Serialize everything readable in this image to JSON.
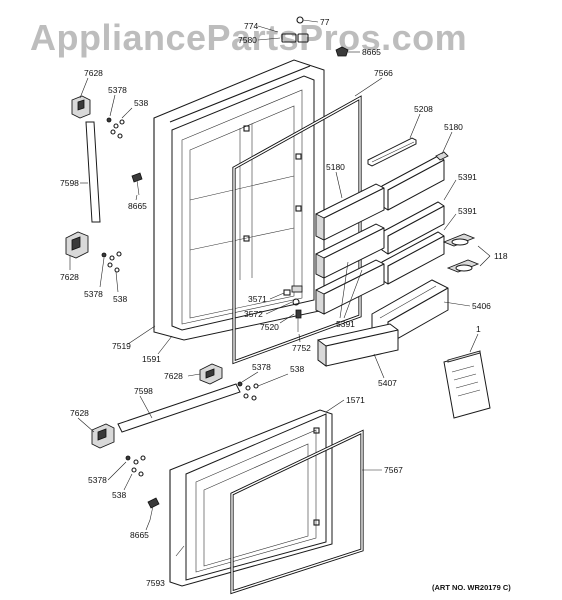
{
  "watermark": "AppliancePartsPros.com",
  "art_number": "(ART NO. WR20179 C)",
  "callouts": {
    "c7628_a": "7628",
    "c5378_a": "5378",
    "c538_a": "538",
    "c7598_a": "7598",
    "c8665_a": "8665",
    "c7628_b": "7628",
    "c5378_b": "5378",
    "c538_b": "538",
    "c7519": "7519",
    "c1591": "1591",
    "c7566": "7566",
    "c5208": "5208",
    "c5180_a": "5180",
    "c5180_b": "5180",
    "c5391_a": "5391",
    "c5391_b": "5391",
    "c5391_c": "5391",
    "c118": "118",
    "c5406": "5406",
    "c3571": "3571",
    "c3572": "3572",
    "c7520": "7520",
    "c7752": "7752",
    "c7628_c": "7628",
    "c5378_c": "5378",
    "c538_c": "538",
    "c1571": "1571",
    "c5407": "5407",
    "c1": "1",
    "c7598_b": "7598",
    "c7628_d": "7628",
    "c5378_d": "5378",
    "c538_d": "538",
    "c8665_b": "8665",
    "c7567": "7567",
    "c7593": "7593",
    "c774": "774",
    "c7580": "7580",
    "c77": "77",
    "c8665_c": "8665"
  }
}
